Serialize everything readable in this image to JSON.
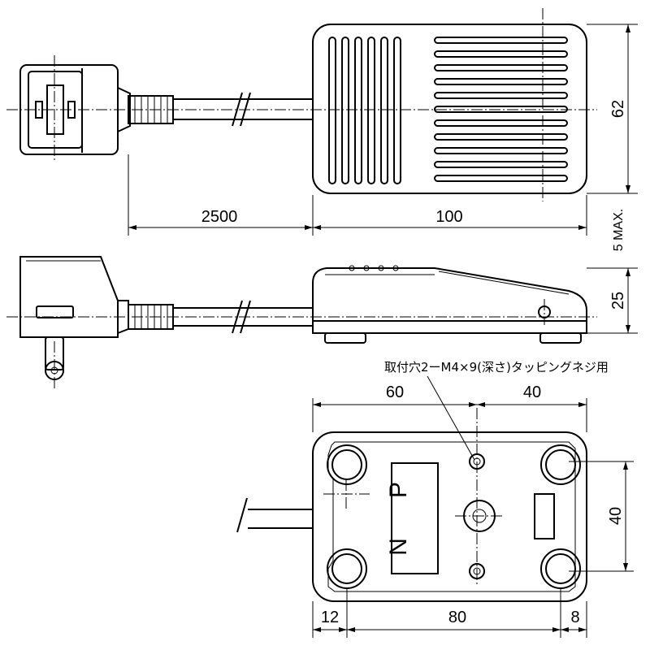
{
  "dimensions": {
    "cord_length": "2500",
    "pedal_length": "100",
    "pedal_width": "62",
    "height": "25",
    "max_clearance": "5 MAX.",
    "hole_offset_left": "60",
    "hole_offset_right": "40",
    "hole_spacing": "40",
    "base_margin_left": "12",
    "base_center": "80",
    "base_margin_right": "8"
  },
  "note": "取付穴2ーM4×9(深さ)タッピングネジ用",
  "polarity": {
    "n": "N",
    "p": "P"
  }
}
